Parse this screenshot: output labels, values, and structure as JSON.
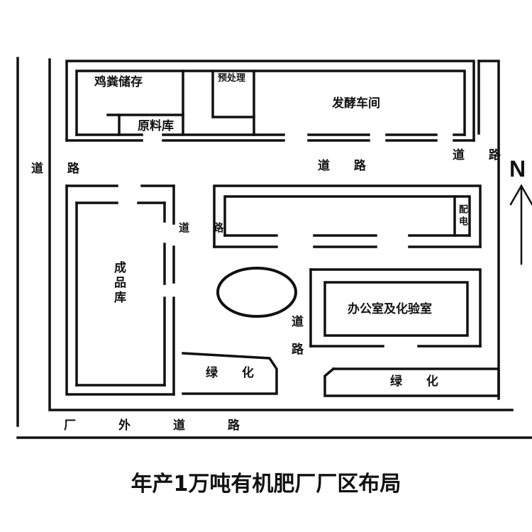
{
  "title": "年产1万吨有机肥厂厂区布局",
  "north": "N",
  "buildings": {
    "manure_storage": "鸡粪储存",
    "pretreatment": "预处理",
    "fermentation": "发酵车间",
    "raw_material": "原料库",
    "product_warehouse": "成品库",
    "power_distribution": "配电",
    "office_lab": "办公室及化验室",
    "green_left": "绿 化",
    "green_right": "绿 化"
  },
  "roads": {
    "west": "道 路",
    "upper_center": "道 路",
    "east": "道 路",
    "middle": "道 路",
    "south_inner": "道路",
    "outer": "厂外道路"
  },
  "colors": {
    "line": "#111111",
    "background": "#ffffff"
  }
}
